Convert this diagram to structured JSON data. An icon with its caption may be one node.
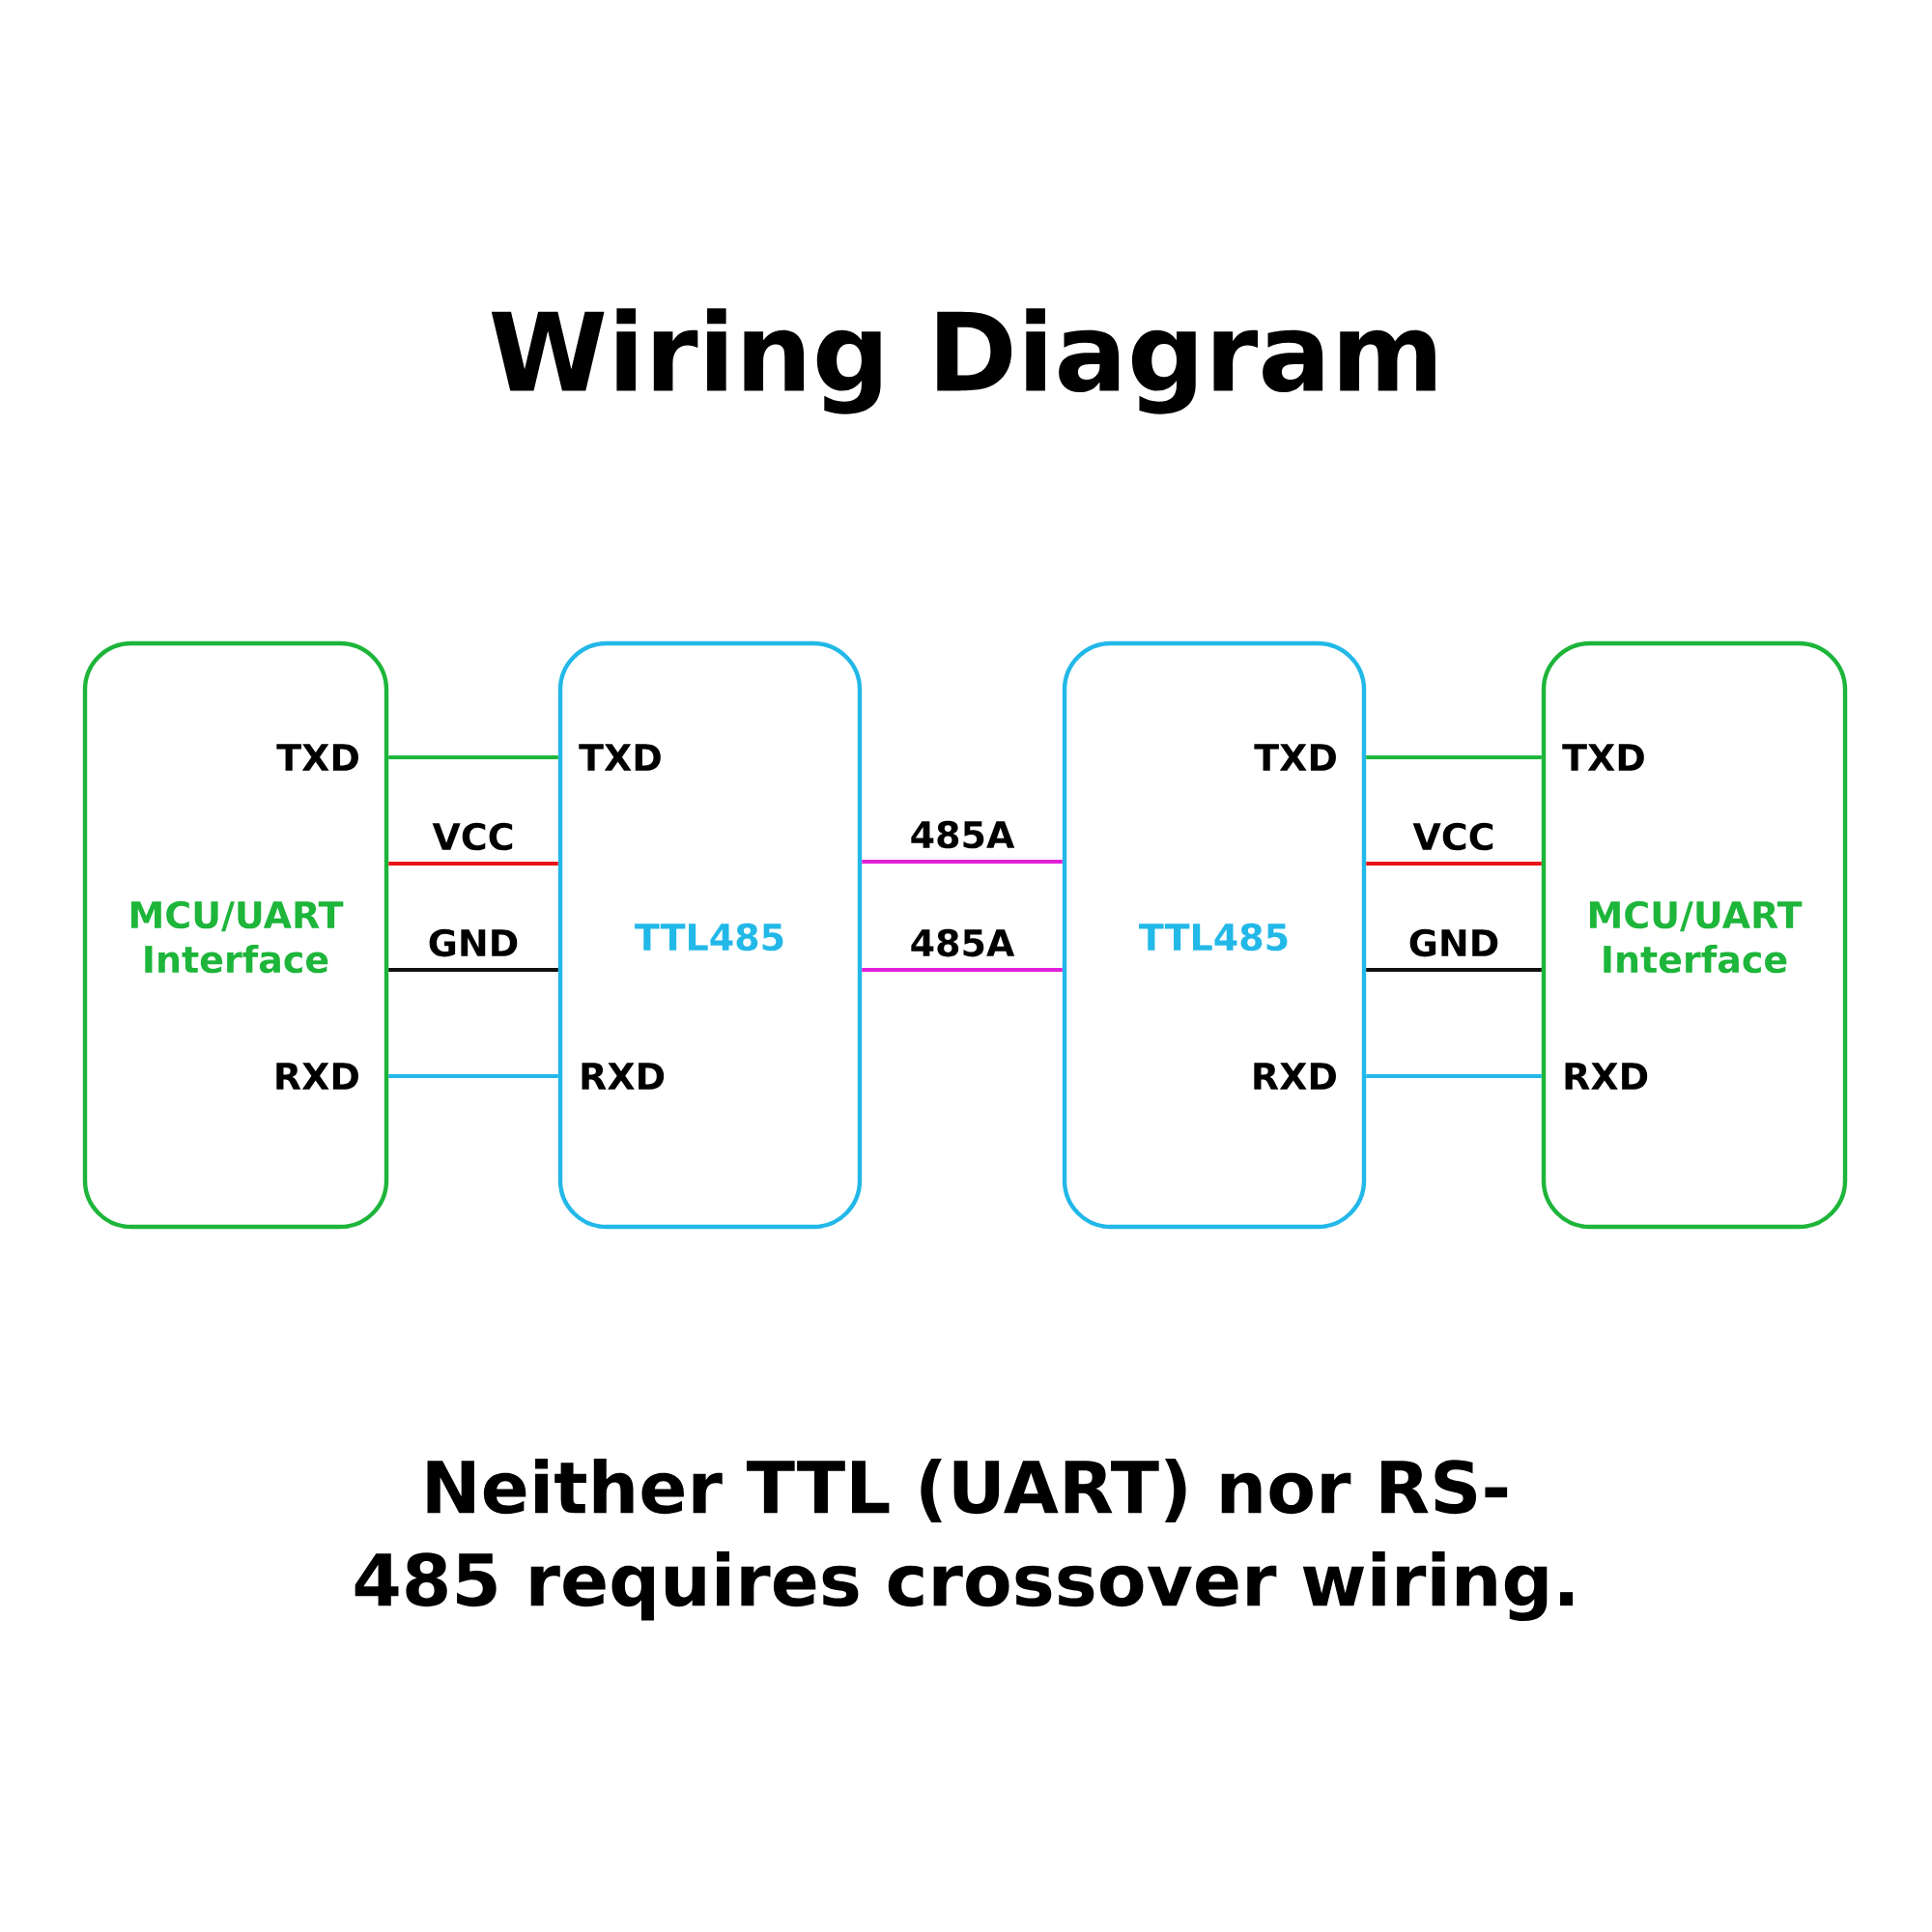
{
  "diagram": {
    "title": "Wiring Diagram",
    "caption": "Neither TTL (UART) nor RS-485 requires crossover wiring.",
    "nodes": [
      {
        "text": [
          "TXD",
          "MCU/UART Interface",
          "RXD"
        ]
      },
      {
        "text": [
          "TXD",
          "TTL485",
          "RXD"
        ]
      },
      {
        "text": [
          "TXD",
          "TTL485",
          "RXD"
        ]
      },
      {
        "text": [
          "TXD",
          "MCU/UART Interface",
          "RXD"
        ]
      }
    ],
    "edges": [
      {
        "from": 0,
        "to": 1,
        "arrow": "none",
        "color": "#1db53a"
      },
      {
        "from": 0,
        "to": 1,
        "arrow": "none",
        "label": "VCC",
        "color": "#e8161b"
      },
      {
        "from": 0,
        "to": 1,
        "arrow": "none",
        "label": "GND",
        "color": "#111111"
      },
      {
        "from": 0,
        "to": 1,
        "arrow": "none",
        "color": "#22b8e8"
      },
      {
        "from": 1,
        "to": 2,
        "arrow": "none",
        "label": "485A",
        "color": "#e020d8"
      },
      {
        "from": 1,
        "to": 2,
        "arrow": "none",
        "label": "485A",
        "color": "#e020d8"
      },
      {
        "from": 2,
        "to": 3,
        "arrow": "none",
        "color": "#1db53a"
      },
      {
        "from": 2,
        "to": 3,
        "arrow": "none",
        "label": "VCC",
        "color": "#e8161b"
      },
      {
        "from": 2,
        "to": 3,
        "arrow": "none",
        "label": "GND",
        "color": "#111111"
      },
      {
        "from": 2,
        "to": 3,
        "arrow": "none",
        "color": "#22b8e8"
      }
    ]
  }
}
